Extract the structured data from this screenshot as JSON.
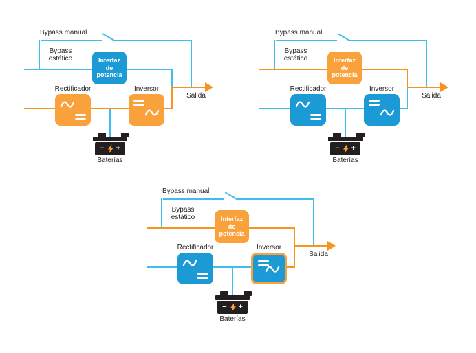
{
  "palette": {
    "orange_line": "#F7941E",
    "orange_box": "#F9A13B",
    "cyan_line": "#41BDEC",
    "blue_box": "#1B9AD6",
    "dark": "#231F20",
    "white": "#FFFFFF"
  },
  "labels": {
    "bypass_manual": "Bypass manual",
    "bypass_estatico_line1": "Bypass",
    "bypass_estatico_line2": "estático",
    "interfaz_line1": "Interfaz",
    "interfaz_line2": "de",
    "interfaz_line3": "potencia",
    "rectificador": "Rectificador",
    "inversor": "Inversor",
    "salida": "Salida",
    "baterias": "Baterías"
  },
  "diagrams": [
    {
      "id": "ups-topology-1",
      "colors": {
        "bypass_line": "cyan_line",
        "main_line": "orange_line",
        "junction_upper": "cyan_line",
        "junction_lower": "orange_line",
        "inverter_tail": "orange_line",
        "arrow": "orange_line",
        "interfaz_box": "blue_box",
        "rectificador_box": "orange_box",
        "inversor_box": "orange_box",
        "inversor_border": null
      }
    },
    {
      "id": "ups-topology-2",
      "colors": {
        "bypass_line": "orange_line",
        "main_line": "cyan_line",
        "junction_upper": "orange_line",
        "junction_lower": "cyan_line",
        "inverter_tail": "cyan_line",
        "arrow": "orange_line",
        "interfaz_box": "orange_box",
        "rectificador_box": "blue_box",
        "inversor_box": "blue_box",
        "inversor_border": null
      }
    },
    {
      "id": "ups-topology-3",
      "colors": {
        "bypass_line": "orange_line",
        "main_line": "cyan_line",
        "junction_upper": "orange_line",
        "junction_lower": "orange_line",
        "inverter_tail": "orange_line",
        "arrow": "orange_line",
        "interfaz_box": "orange_box",
        "rectificador_box": "blue_box",
        "inversor_box": "blue_box",
        "inversor_border": "orange_box"
      }
    }
  ]
}
